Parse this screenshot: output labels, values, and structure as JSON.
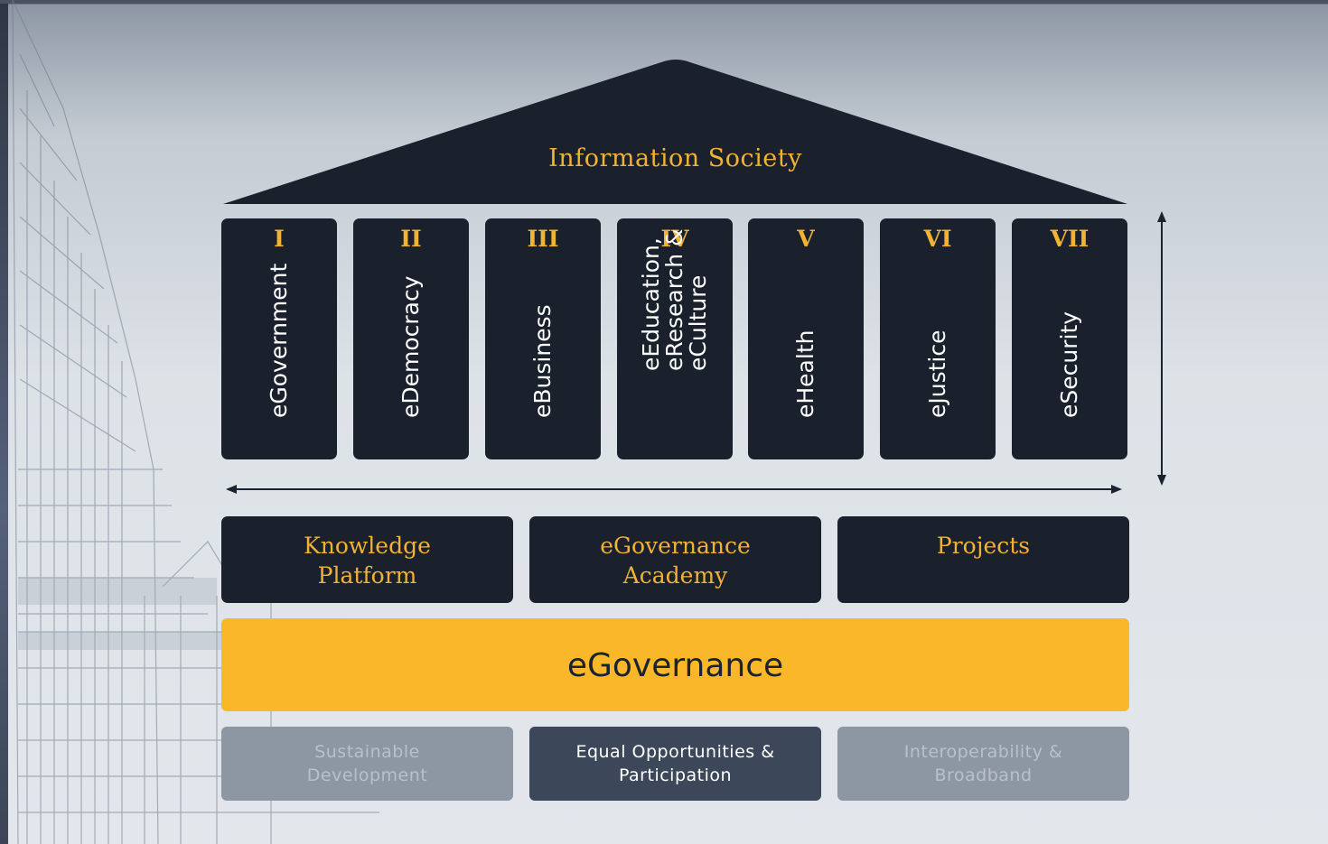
{
  "diagram": {
    "roof_title": "Information Society",
    "pillars": [
      {
        "numeral": "I",
        "label": "eGovernment"
      },
      {
        "numeral": "II",
        "label": "eDemocracy"
      },
      {
        "numeral": "III",
        "label": "eBusiness"
      },
      {
        "numeral": "IV",
        "label": "eEducation,\neResearch &\neCulture"
      },
      {
        "numeral": "V",
        "label": "eHealth"
      },
      {
        "numeral": "VI",
        "label": "eJustice"
      },
      {
        "numeral": "VII",
        "label": "eSecurity"
      }
    ],
    "blocks": [
      {
        "label": "Knowledge\nPlatform"
      },
      {
        "label": "eGovernance\nAcademy"
      },
      {
        "label": "Projects"
      }
    ],
    "base_label": "eGovernance",
    "foundations": [
      {
        "label": "Sustainable\nDevelopment",
        "state": "muted"
      },
      {
        "label": "Equal Opportunities &\nParticipation",
        "state": "active"
      },
      {
        "label": "Interoperability &\nBroadband",
        "state": "muted"
      }
    ]
  },
  "colors": {
    "dark": "#1a212d",
    "accent": "#f2b233",
    "base": "#fbb72a",
    "muted": "#8d97a4",
    "active": "#3c485a"
  }
}
